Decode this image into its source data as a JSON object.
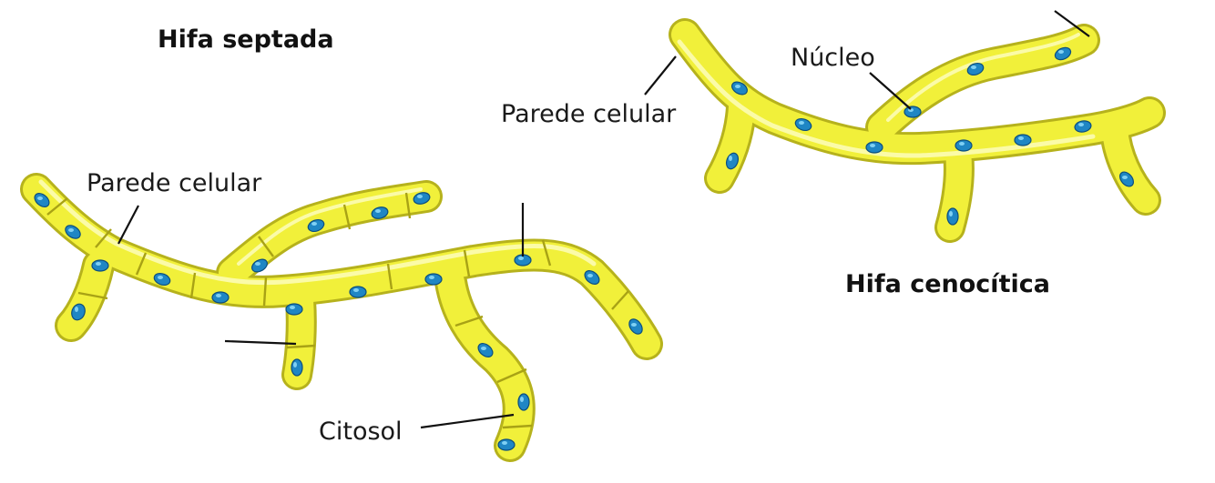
{
  "colors": {
    "cell_wall": "#b6b21c",
    "cytosol": "#f1f03a",
    "nucleus": "#1f86c4",
    "leader_line": "#111111"
  },
  "septate_hypha": {
    "title": "Hifa septada",
    "labels": {
      "cell_wall": "Parede celular",
      "cytosol": "Citosol"
    }
  },
  "coenocytic_hypha": {
    "title": "Hifa cenocítica",
    "labels": {
      "nucleus": "Núcleo",
      "cell_wall": "Parede celular"
    }
  }
}
